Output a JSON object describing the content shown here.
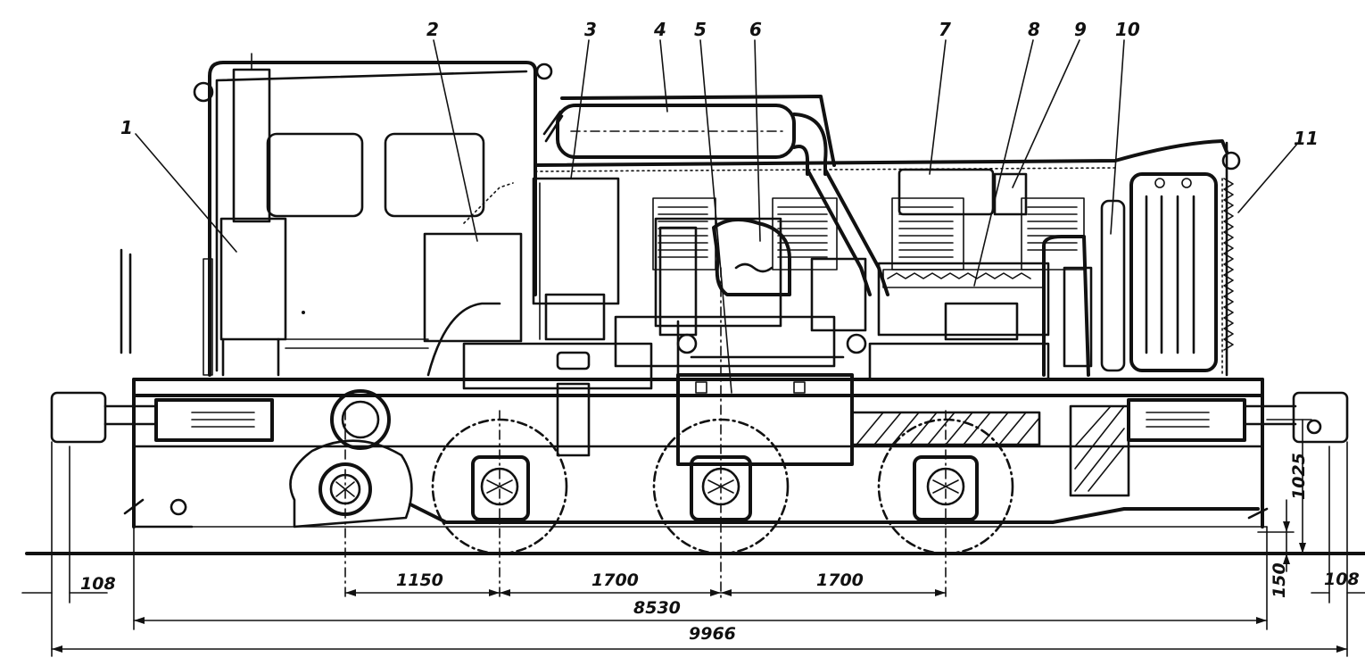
{
  "callouts": [
    {
      "id": 1,
      "text": "1"
    },
    {
      "id": 2,
      "text": "2"
    },
    {
      "id": 3,
      "text": "3"
    },
    {
      "id": 4,
      "text": "4"
    },
    {
      "id": 5,
      "text": "5"
    },
    {
      "id": 6,
      "text": "6"
    },
    {
      "id": 7,
      "text": "7"
    },
    {
      "id": 8,
      "text": "8"
    },
    {
      "id": 9,
      "text": "9"
    },
    {
      "id": 10,
      "text": "10"
    },
    {
      "id": 11,
      "text": "11"
    }
  ],
  "dimensions": {
    "buffer_overhang_left": "108",
    "buffer_overhang_right": "108",
    "axle_spacing_1": "1150",
    "axle_spacing_2": "1700",
    "axle_spacing_3": "1700",
    "frame_length": "8530",
    "overall_length": "9966",
    "buffer_height": "1025",
    "step_height": "150"
  }
}
